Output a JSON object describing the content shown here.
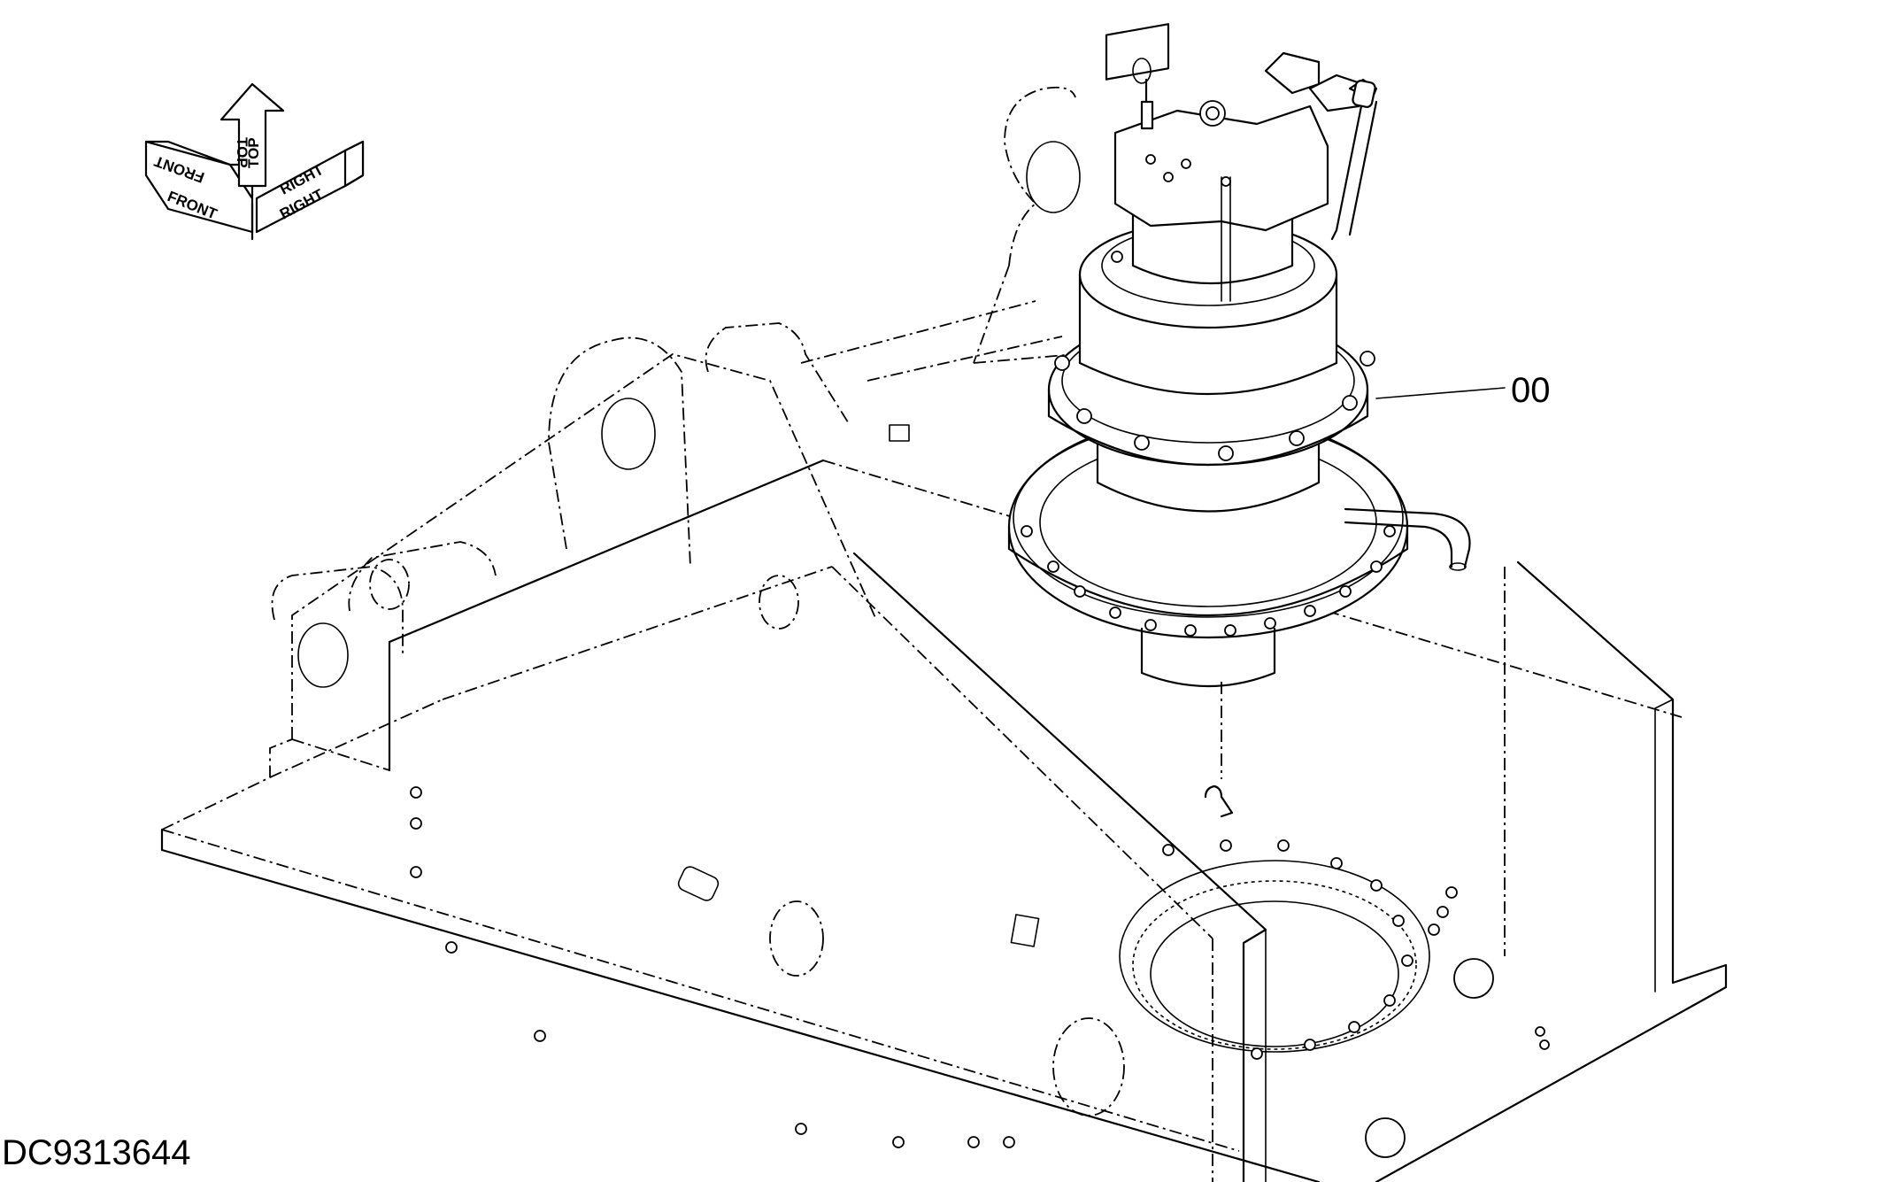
{
  "drawing_id": "DC9313644",
  "callouts": [
    {
      "label": "00"
    }
  ],
  "orientation_indicator": {
    "labels": {
      "front": "FRONT",
      "top": "TOP",
      "right": "RIGHT"
    },
    "icon": "orientation-arrows-icon"
  }
}
